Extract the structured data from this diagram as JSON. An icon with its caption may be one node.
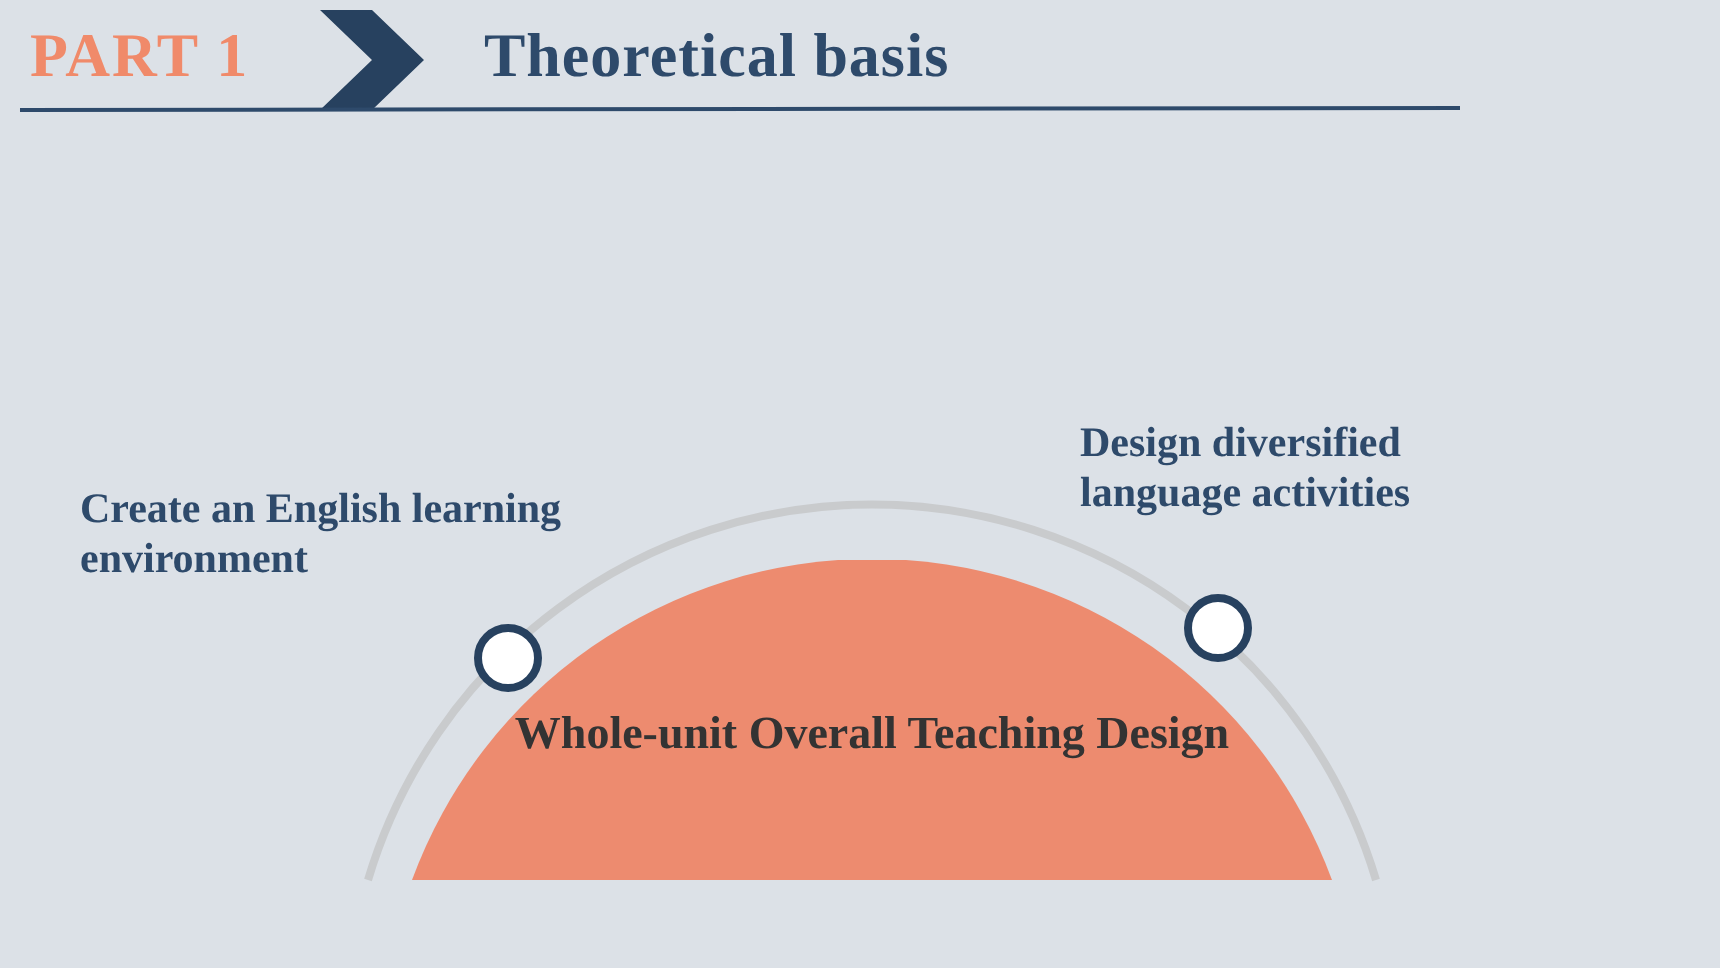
{
  "diagram": {
    "title": "Theoretical basis",
    "nodes": [
      {
        "text": [
          "Whole-unit Overall Teaching Design"
        ]
      },
      {
        "text": [
          "Create an English learning environment"
        ]
      },
      {
        "text": [
          "Design diversified language activities"
        ]
      }
    ],
    "labels": [
      "PART 1"
    ]
  }
}
